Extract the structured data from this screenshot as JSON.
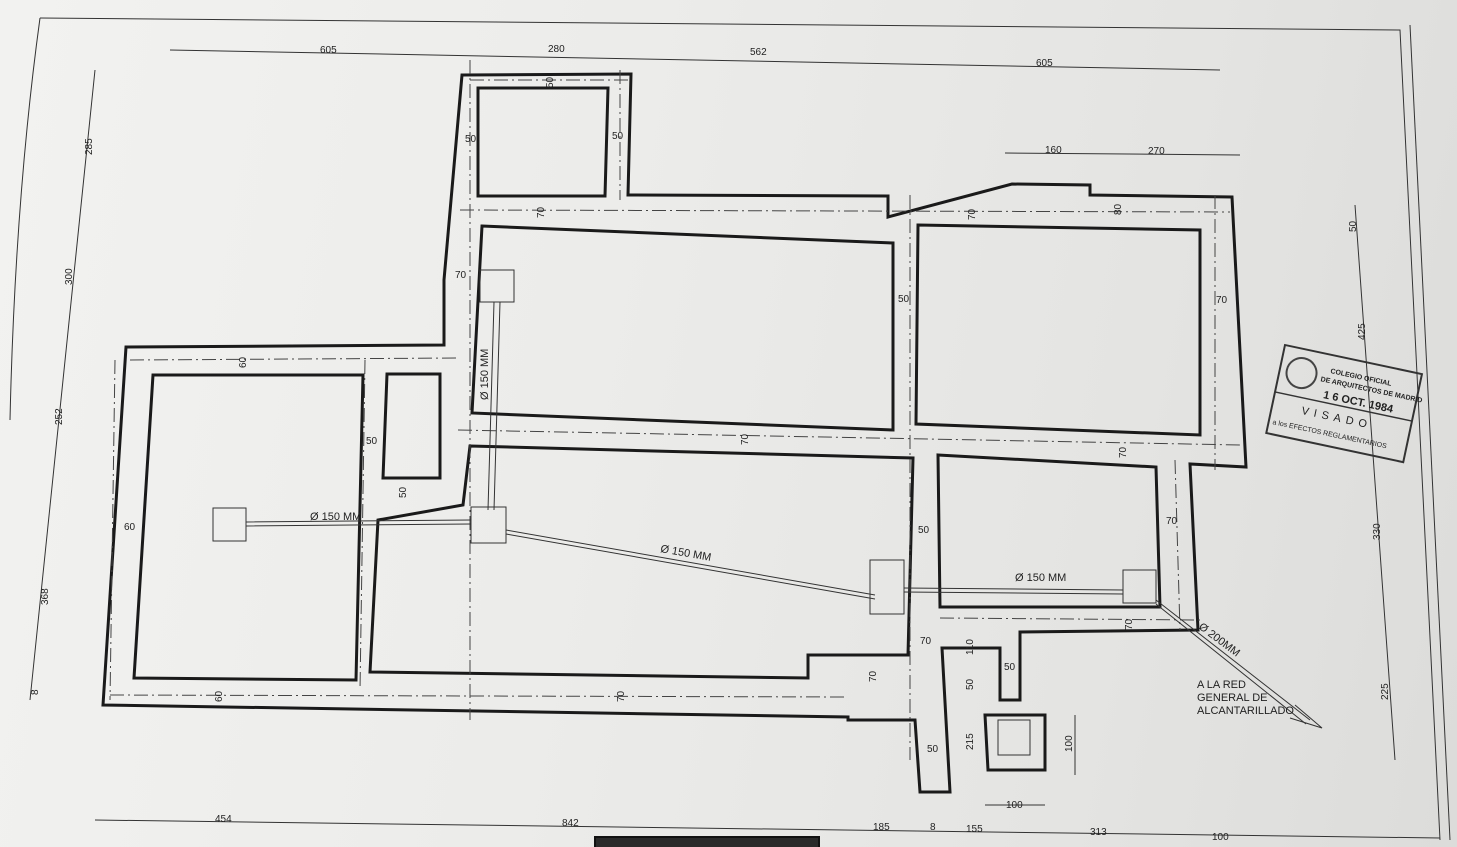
{
  "drawing": {
    "dims_top": [
      "605",
      "280",
      "562",
      "605"
    ],
    "dims_top_inner": [
      "160",
      "270"
    ],
    "dims_left": [
      "285",
      "300",
      "252",
      "368",
      "8"
    ],
    "dims_right": [
      "50",
      "425",
      "330",
      "225"
    ],
    "dims_bottom": [
      "454",
      "842",
      "185",
      "8",
      "155",
      "313",
      "100"
    ],
    "dims_small": [
      "100",
      "100"
    ],
    "inner": [
      "50",
      "50",
      "50",
      "70",
      "70",
      "70",
      "70",
      "80",
      "50",
      "70",
      "60",
      "50",
      "50",
      "60",
      "60",
      "70",
      "70",
      "50",
      "70",
      "70",
      "70",
      "110",
      "50",
      "50",
      "215",
      "70",
      "50",
      "50"
    ],
    "pipes": [
      "Ø 150 MM",
      "Ø 150 MM",
      "Ø 150 MM",
      "Ø 150 MM",
      "Ø 200MM"
    ],
    "outlet_note": [
      "A LA RED",
      "GENERAL DE",
      "ALCANTARILLADO"
    ]
  },
  "stamp": {
    "line1": "COLEGIO OFICIAL",
    "line2": "DE ARQUITECTOS DE MADRID",
    "date": "1 6 OCT. 1984",
    "visado": "VISADO",
    "line3": "a los EFECTOS REGLAMENTARIOS"
  }
}
